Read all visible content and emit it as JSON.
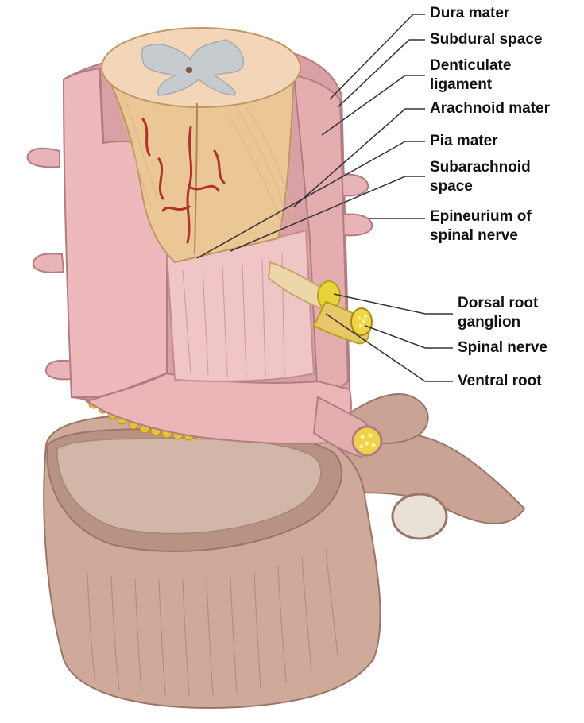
{
  "figure": {
    "labels": {
      "dura_mater": "Dura mater",
      "subdural_space": "Subdural space",
      "denticulate_ligament": [
        "Denticulate",
        "ligament"
      ],
      "arachnoid_mater": "Arachnoid mater",
      "pia_mater": "Pia mater",
      "subarachnoid_space": [
        "Subarachnoid",
        "space"
      ],
      "epineurium": [
        "Epineurium of",
        "spinal nerve"
      ],
      "dorsal_root_ganglion": [
        "Dorsal root",
        "ganglion"
      ],
      "spinal_nerve": "Spinal nerve",
      "ventral_root": "Ventral root"
    }
  },
  "colors": {
    "meninges_pink": "#e8b8b8",
    "meninges_dark": "#c98f93",
    "cord_tan": "#e8c9a0",
    "gray_matter": "#c8ccd0",
    "vessel_red": "#b0302a",
    "fat_yellow": "#e8c23a",
    "bone": "#caa99a",
    "bone_dark": "#a57f70",
    "leader": "#333333"
  }
}
